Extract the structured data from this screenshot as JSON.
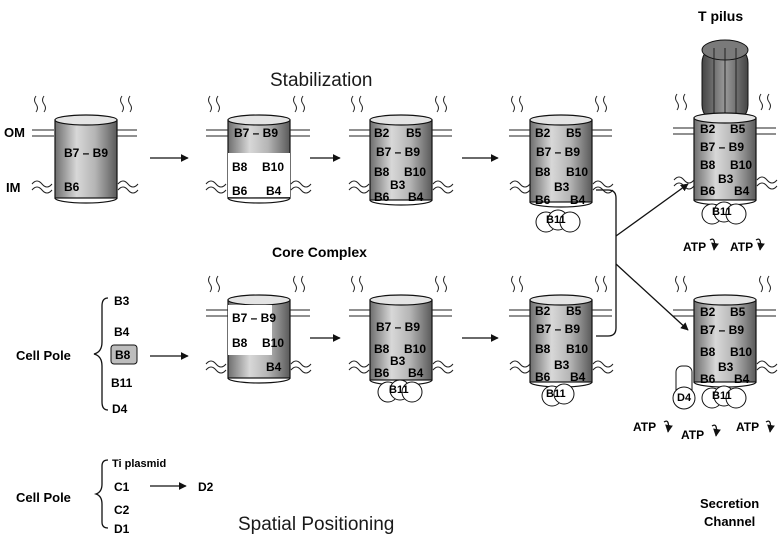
{
  "headings": {
    "stabilization": "Stabilization",
    "core_complex": "Core Complex",
    "spatial_positioning": "Spatial Positioning",
    "t_pilus": "T pilus",
    "secretion_channel_1": "Secretion",
    "secretion_channel_2": "Channel"
  },
  "membranes": {
    "om": "OM",
    "im": "IM"
  },
  "cell_pole_1": {
    "label": "Cell Pole",
    "items": [
      "B3",
      "B4",
      "B8",
      "B11",
      "D4"
    ]
  },
  "cell_pole_2": {
    "label": "Cell Pole",
    "items": [
      "Ti plasmid",
      "C1",
      "C2",
      "D1"
    ],
    "arrow_target": "D2"
  },
  "barrels": {
    "s1": [
      "B7 – B9",
      "B6"
    ],
    "s2": [
      "B7 – B9",
      "B8",
      "B10",
      "B6",
      "B4"
    ],
    "s3": [
      "B2",
      "B5",
      "B7 – B9",
      "B8",
      "B10",
      "B3",
      "B6",
      "B4"
    ],
    "s4": [
      "B2",
      "B5",
      "B7 – B9",
      "B8",
      "B10",
      "B3",
      "B6",
      "B4",
      "B11"
    ],
    "c2": [
      "B7 – B9",
      "B8",
      "B10",
      "B4"
    ],
    "c3": [
      "B7 – B9",
      "B8",
      "B10",
      "B3",
      "B6",
      "B4",
      "B11"
    ],
    "c4": [
      "B2",
      "B5",
      "B7 – B9",
      "B8",
      "B10",
      "B3",
      "B6",
      "B4",
      "B11"
    ],
    "p5": [
      "B2",
      "B5",
      "B7 – B9",
      "B8",
      "B10",
      "B3",
      "B6",
      "B4",
      "B11"
    ],
    "sc5": [
      "B2",
      "B5",
      "B7 – B9",
      "B8",
      "B10",
      "B3",
      "B6",
      "B4",
      "B11",
      "D4"
    ]
  },
  "atp": {
    "label": "ATP"
  }
}
